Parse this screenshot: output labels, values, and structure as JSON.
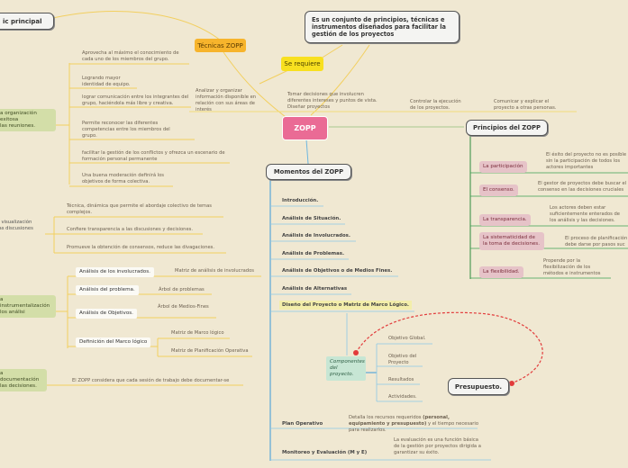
{
  "central": {
    "label": "ZOPP",
    "color": "#ea6b95"
  },
  "definition": "Es un conjunto de principios, técnicas e instrumentos diseñados para facilitar la gestión de los proyectos",
  "topic_principal": "ic principal",
  "se_requiere": "Se requiere",
  "requirements": [
    "Analizar y organizar información disponible en relación con sus áreas de interés",
    "Tomar decisiones que involucren diferentes intereses y puntos de vista. Diseñar proyectos",
    "Controlar la ejecución de los proyectos.",
    "Comunicar y explicar el proyecto a otras personas."
  ],
  "tecnicas": {
    "label": "Técnicas ZOPP",
    "color": "#f7b42c",
    "items": [
      "Aprovecha al máximo el conocimiento de cada uno de los miembros del grupo.",
      "Logrando mayor identidad de equipo.",
      "lograr  comunicación entre los integrantes del grupo, haciéndola más libre y creativa.",
      "Permite reconocer las diferentes competencias entre los miembros del grupo.",
      "facilitar la gestión de los conflictos y ofrezca un escenario de formación personal permanente",
      "Una buena moderación definirá los objetivos de forma colectiva."
    ]
  },
  "green_nodes": {
    "organizacion": "a organización exitosa\n las reuniones.",
    "visualizacion": "s visualización\n las discusiones",
    "instrumentalizacion": "a instrumentalización\n los análisi",
    "documentacion": "a documentación\n las decisiones."
  },
  "visualizacion_items": [
    "Técnica, dinámica que permite el abordaje colectivo de temas complejos.",
    "Confiere transparencia a las discusiones y decisiones.",
    "Promueve la obtención de consensos, reduce las divagaciones."
  ],
  "analisis": [
    {
      "label": "Análisis de los involucrados.",
      "tools": [
        "Matriz de análisis de involucrados"
      ]
    },
    {
      "label": "Análisis del problema.",
      "tools": [
        "Árbol de problemas"
      ]
    },
    {
      "label": "Análisis de Objetivos.",
      "tools": [
        "Árbol de Medios-Fines"
      ]
    },
    {
      "label": "Definición del Marco lógico",
      "tools": [
        "Matriz de Marco lógico",
        "Matriz de Planificación Operativa"
      ]
    }
  ],
  "documentacion_text": "El ZOPP considera que cada sesión de trabajo debe documentar-se",
  "principios": {
    "label": "Principios del ZOPP",
    "color": "#2e8b3e",
    "items": [
      {
        "label": "La participación",
        "desc": "El éxito del proyecto no es posible sin la participación de todos los actores importantes"
      },
      {
        "label": "El consenso.",
        "desc": "El gestor de proyectos debe buscar el consenso en las decisiones cruciales"
      },
      {
        "label": "La transparencia.",
        "desc": "Los actores deben estar suficientemente enterados de los análisis y las decisiones."
      },
      {
        "label": "La sistematicidad de la toma de decisiones.",
        "desc": "El proceso de planificación debe darse por pasos suc"
      },
      {
        "label": "La flexibilidad.",
        "desc": "Propende por la flexibilización de los métodos e instrumentos"
      }
    ]
  },
  "momentos": {
    "label": "Momentos del ZOPP",
    "color": "#3a9ad9",
    "items": [
      "Introducción.",
      "Análisis de Situación.",
      "Análisis de Involucrados.",
      "Análisis de Problemas.",
      "Análisis de Objetivos o de Medios Fines.",
      "Análisis de Alternativas",
      "Diseño del Proyecto o Matriz de Marco Lógico."
    ],
    "componentes": {
      "label": "Componentes del proyecto.",
      "items": [
        "Objetivo Global.",
        "Objetivo del Proyecto",
        "Resultados",
        "Actividades."
      ]
    },
    "plan_operativo": {
      "label": "Plan Operativo",
      "desc_pre": "Detalla los recursos requeridos ",
      "desc_bold": "(personal, equipamiento y presupuesto)",
      "desc_post": " y el tiempo necesario para realizarlos."
    },
    "monitoreo": {
      "label": "Monitoreo y Evaluación (M y E)",
      "desc": "La evaluación es una función básica de la gestión por proyectos dirigida a garantizar su éxito."
    }
  },
  "presupuesto": "Presupuesto."
}
